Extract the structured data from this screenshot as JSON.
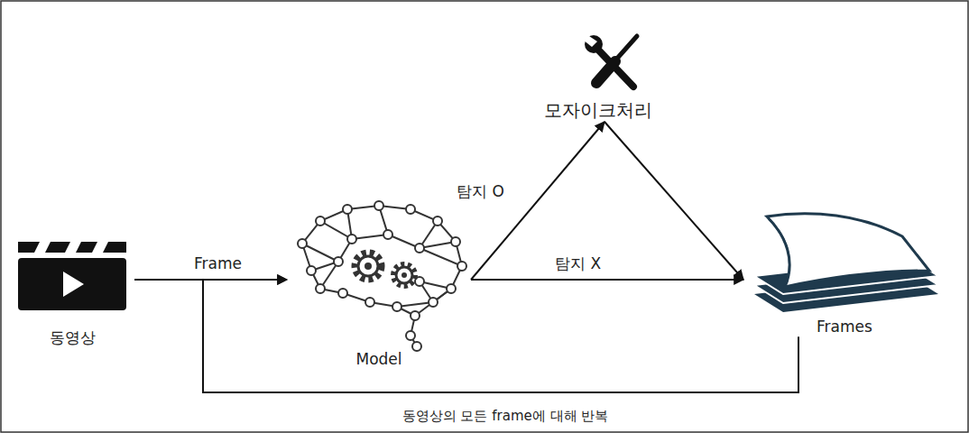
{
  "diagram": {
    "nodes": [
      {
        "text": [
          "동영상"
        ]
      },
      {
        "text": [
          "Model"
        ]
      },
      {
        "text": [
          "모자이크처리"
        ]
      },
      {
        "text": [
          "Frames"
        ]
      }
    ],
    "edges": [
      {
        "from": 0,
        "to": 1,
        "label": "Frame",
        "arrow": "to"
      },
      {
        "from": 1,
        "to": 2,
        "label": "탐지 O",
        "arrow": "to"
      },
      {
        "from": 1,
        "to": 3,
        "label": "탐지 X",
        "arrow": "to"
      },
      {
        "from": 2,
        "to": 3,
        "arrow": "to"
      },
      {
        "from": 3,
        "to": 1,
        "label": "동영상의 모든 frame에 대해 반복",
        "arrow": "to"
      }
    ]
  }
}
